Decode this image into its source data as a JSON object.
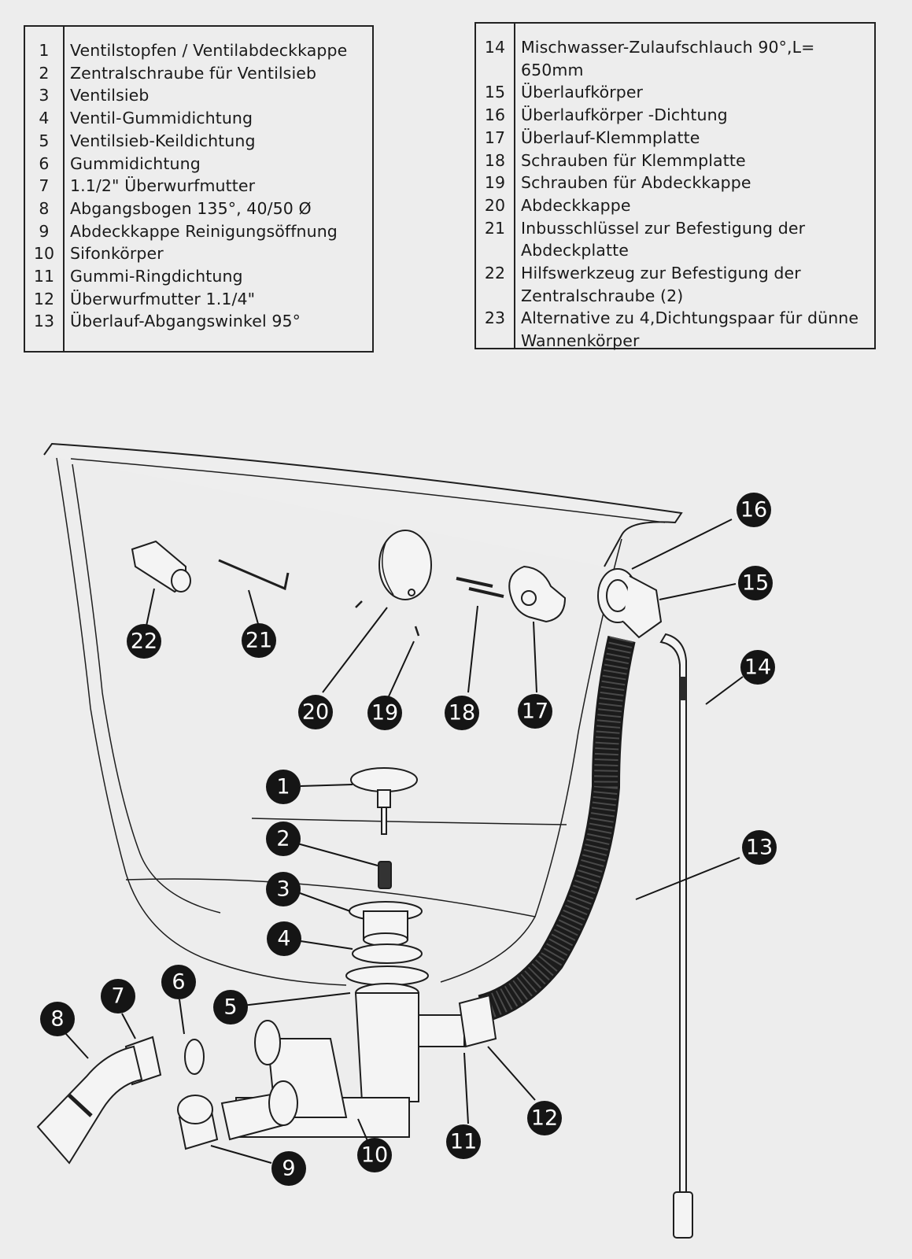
{
  "legend_left": [
    {
      "num": "1",
      "text": "Ventilstopfen / Ventilabdeckkappe"
    },
    {
      "num": "2",
      "text": "Zentralschraube für Ventilsieb"
    },
    {
      "num": "3",
      "text": "Ventilsieb"
    },
    {
      "num": "4",
      "text": "Ventil-Gummidichtung"
    },
    {
      "num": "5",
      "text": "Ventilsieb-Keildichtung"
    },
    {
      "num": "6",
      "text": "Gummidichtung"
    },
    {
      "num": "7",
      "text": "1.1/2\" Überwurfmutter"
    },
    {
      "num": "8",
      "text": "Abgangsbogen 135°, 40/50 Ø"
    },
    {
      "num": "9",
      "text": "Abdeckkappe Reinigungsöffnung"
    },
    {
      "num": "10",
      "text": "Sifonkörper"
    },
    {
      "num": "11",
      "text": "Gummi-Ringdichtung"
    },
    {
      "num": "12",
      "text": "Überwurfmutter 1.1/4\""
    },
    {
      "num": "13",
      "text": "Überlauf-Abgangswinkel 95°"
    }
  ],
  "legend_right": [
    {
      "num": "14",
      "text": "Mischwasser-Zulaufschlauch 90°,L= 650mm"
    },
    {
      "num": "15",
      "text": "Überlaufkörper"
    },
    {
      "num": "16",
      "text": "Überlaufkörper -Dichtung"
    },
    {
      "num": "17",
      "text": "Überlauf-Klemmplatte"
    },
    {
      "num": "18",
      "text": "Schrauben für Klemmplatte"
    },
    {
      "num": "19",
      "text": "Schrauben für Abdeckkappe"
    },
    {
      "num": "20",
      "text": "Abdeckkappe"
    },
    {
      "num": "21",
      "text": "Inbusschlüssel zur Befestigung der\nAbdeckplatte"
    },
    {
      "num": "22",
      "text": "Hilfswerkzeug zur Befestigung der\nZentralschraube (2)"
    },
    {
      "num": "23",
      "text": "Alternative zu 4,Dichtungspaar für dünne\nWannenkörper"
    }
  ],
  "callout_labels": {
    "c1": "1",
    "c2": "2",
    "c3": "3",
    "c4": "4",
    "c5": "5",
    "c6": "6",
    "c7": "7",
    "c8": "8",
    "c9": "9",
    "c10": "10",
    "c11": "11",
    "c12": "12",
    "c13": "13",
    "c14": "14",
    "c15": "15",
    "c16": "16",
    "c17": "17",
    "c18": "18",
    "c19": "19",
    "c20": "20",
    "c21": "21",
    "c22": "22"
  }
}
